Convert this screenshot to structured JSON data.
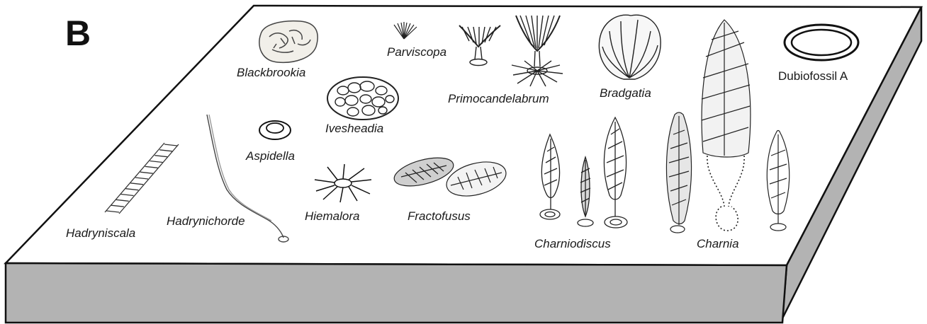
{
  "panel_label": "B",
  "taxa": [
    {
      "name": "Blackbrookia"
    },
    {
      "name": "Parviscopa"
    },
    {
      "name": "Primocandelabrum"
    },
    {
      "name": "Bradgatia"
    },
    {
      "name": "Dubiofossil A"
    },
    {
      "name": "Ivesheadia"
    },
    {
      "name": "Aspidella"
    },
    {
      "name": "Hadryniscala"
    },
    {
      "name": "Hadrynichorde"
    },
    {
      "name": "Hiemalora"
    },
    {
      "name": "Fractofusus"
    },
    {
      "name": "Charniodiscus"
    },
    {
      "name": "Charnia"
    }
  ],
  "colors": {
    "slab_top": "#ffffff",
    "slab_side": "#b3b3b3",
    "outline": "#111111"
  },
  "icons": {
    "blackbrookia": "blackbrookia-icon",
    "parviscopa": "parviscopa-icon",
    "primocandelabrum": "primocandelabrum-icon",
    "bradgatia": "bradgatia-icon",
    "dubiofossil": "dubiofossil-icon",
    "ivesheadia": "ivesheadia-icon",
    "aspidella": "aspidella-icon",
    "hadryniscala": "hadryniscala-icon",
    "hadrynichorde": "hadrynichorde-icon",
    "hiemalora": "hiemalora-icon",
    "fractofusus": "fractofusus-icon",
    "charniodiscus": "charniodiscus-icon",
    "charnia": "charnia-icon"
  }
}
